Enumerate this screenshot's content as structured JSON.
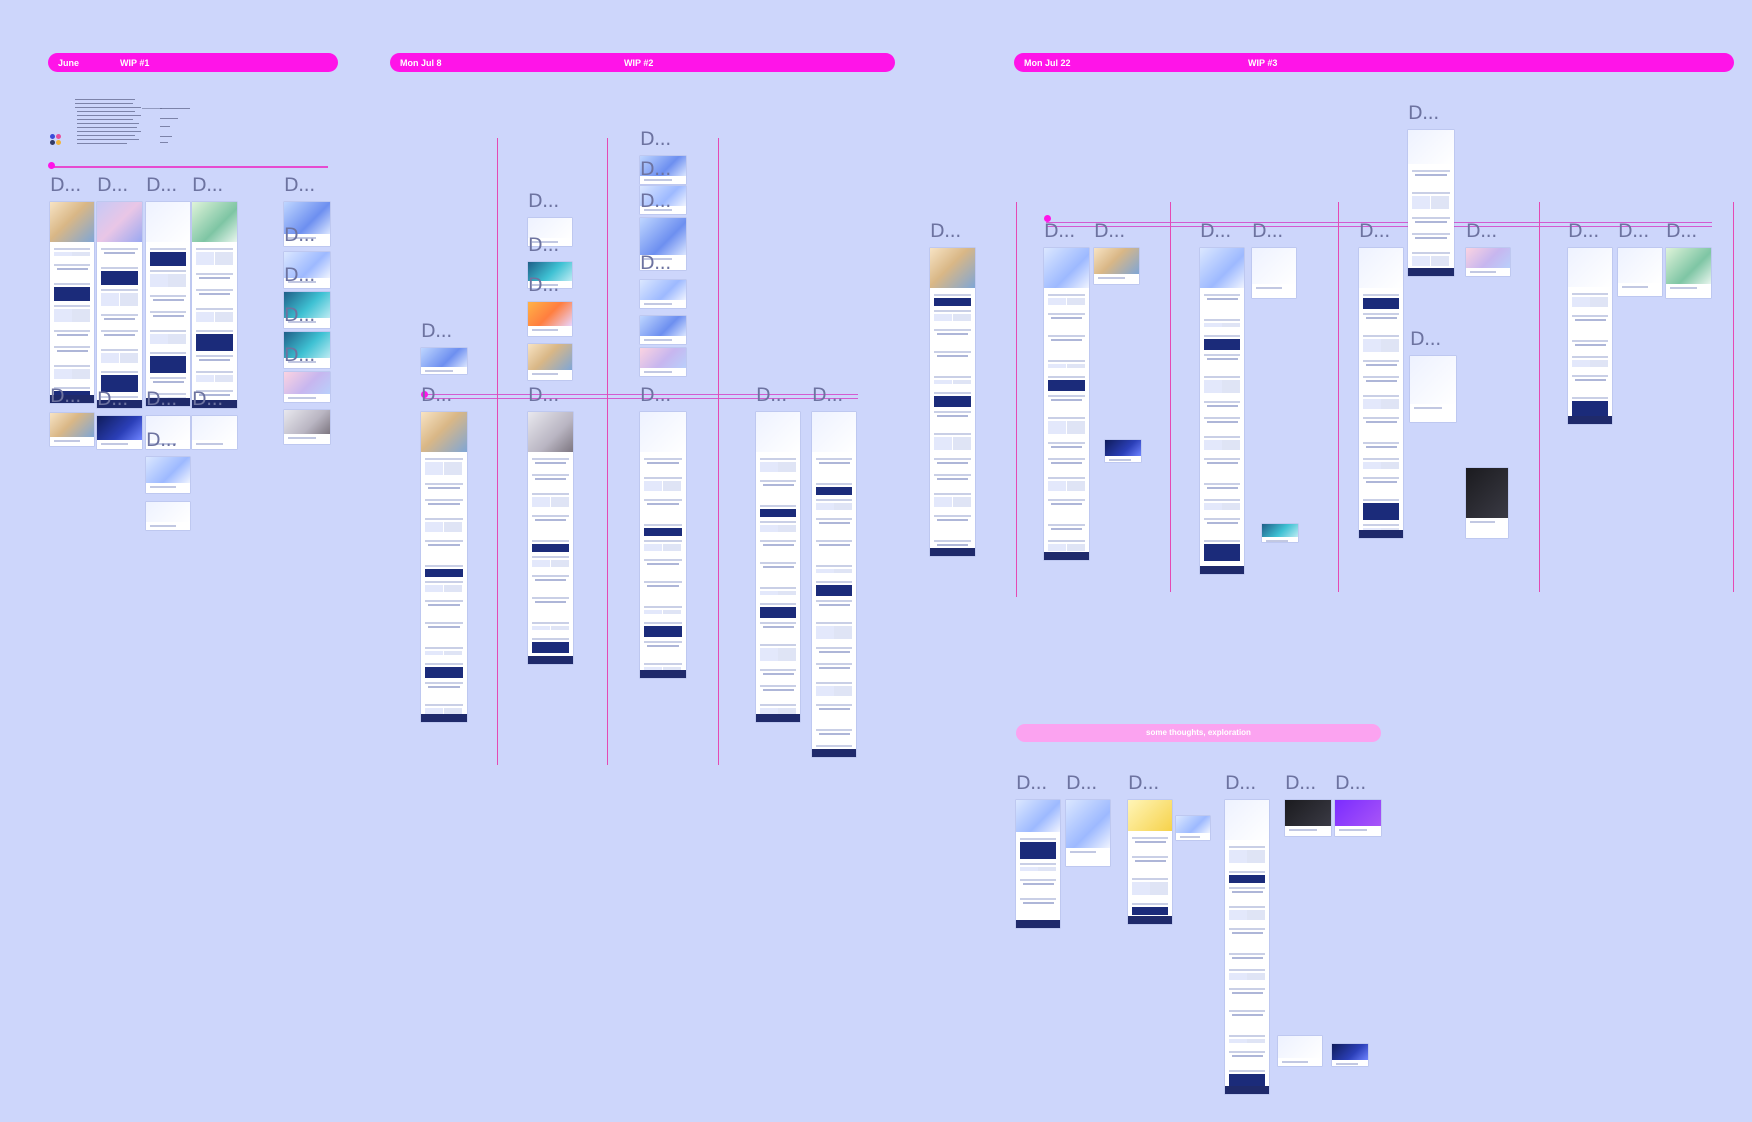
{
  "sections": [
    {
      "date": "June",
      "wip": "WIP #1"
    },
    {
      "date": "Mon Jul 8",
      "wip": "WIP #2"
    },
    {
      "date": "Mon Jul 22",
      "wip": "WIP #3"
    }
  ],
  "thoughts": {
    "label": "some thoughts, exploration"
  },
  "frame_label": "D...",
  "colors": {
    "canvas_bg": "#cdd6fb",
    "section_bar": "#ff14e8",
    "thoughts_bar": "#fba3f0",
    "divider_line": "#e54ab3",
    "frame_label": "#6d73a0"
  }
}
